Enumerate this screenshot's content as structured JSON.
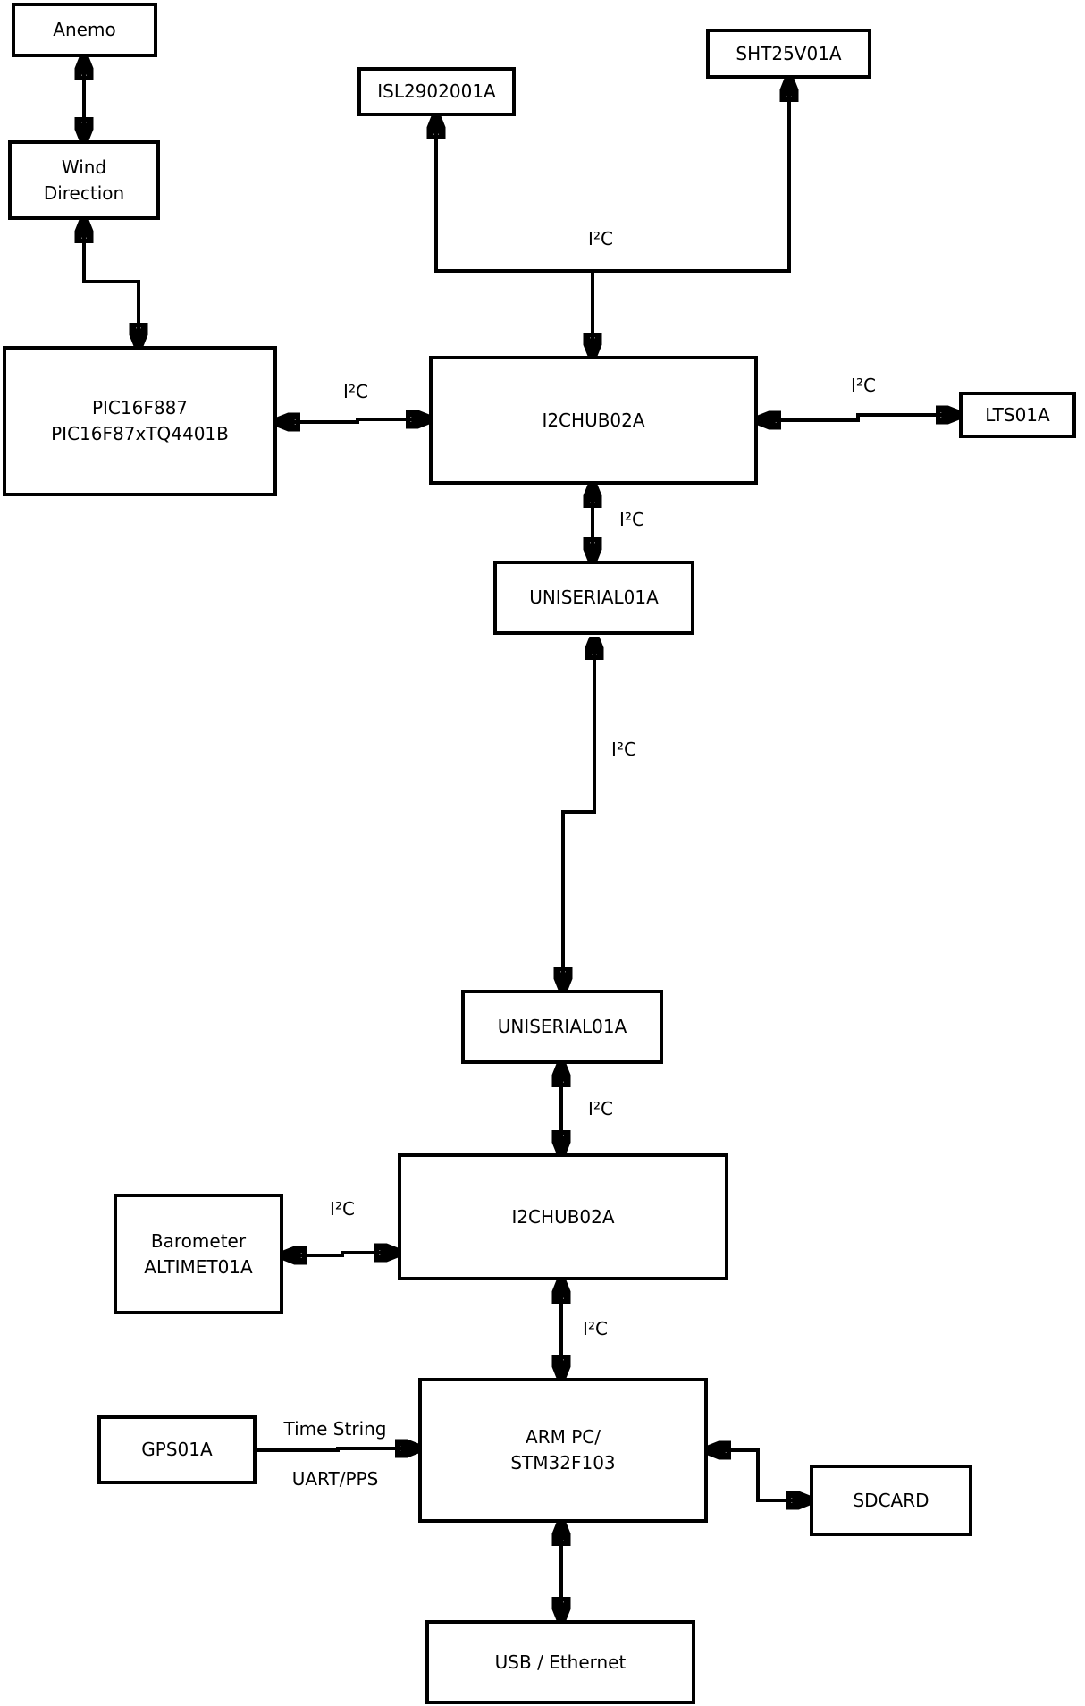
{
  "diagram": {
    "background_color": "#ffffff",
    "line_color": "#000000",
    "nodes": {
      "anemo": {
        "label": "Anemo"
      },
      "wind_direction": {
        "line1": "Wind",
        "line2": "Direction"
      },
      "pic": {
        "line1": "PIC16F887",
        "line2": "PIC16F87xTQ4401B"
      },
      "isl": {
        "label": "ISL2902001A"
      },
      "sht": {
        "label": "SHT25V01A"
      },
      "i2chub_top": {
        "label": "I2CHUB02A"
      },
      "lts": {
        "label": "LTS01A"
      },
      "uniserial_top": {
        "label": "UNISERIAL01A"
      },
      "uniserial_bottom": {
        "label": "UNISERIAL01A"
      },
      "i2chub_bottom": {
        "label": "I2CHUB02A"
      },
      "barometer": {
        "line1": "Barometer",
        "line2": "ALTIMET01A"
      },
      "arm_pc": {
        "line1": "ARM PC/",
        "line2": "STM32F103"
      },
      "gps": {
        "label": "GPS01A"
      },
      "sdcard": {
        "label": "SDCARD"
      },
      "usb_ethernet": {
        "label": "USB / Ethernet"
      }
    },
    "edge_labels": {
      "sensor_bus": "I²C",
      "pic_hub": "I²C",
      "hub_lts": "I²C",
      "hub_uniserial": "I²C",
      "uniserial_link": "I²C",
      "uniserial_hub2": "I²C",
      "baro_hub2": "I²C",
      "hub2_arm": "I²C",
      "gps_time": "Time String",
      "gps_uart": "UART/PPS"
    }
  }
}
